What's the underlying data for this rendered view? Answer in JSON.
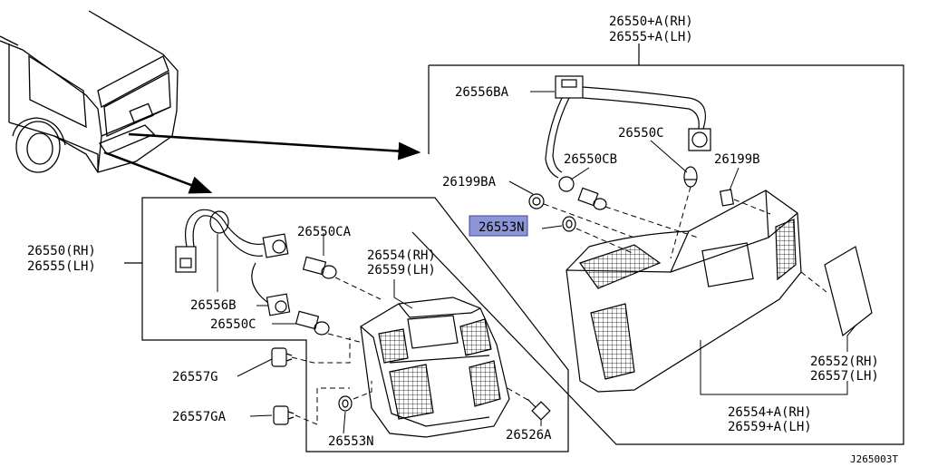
{
  "diagram": {
    "code": "J265003T",
    "highlight_color": "#8c95d6",
    "line_color": "#000000",
    "labels": {
      "rear_assy_rh": "26550+A(RH)",
      "rear_assy_lh": "26555+A(LH)",
      "harness_ba": "26556BA",
      "socket_c": "26550C",
      "socket_cb": "26550CB",
      "clip_ba": "26199BA",
      "clip_b": "26199B",
      "nut_n_upper": "26553N",
      "reflector_rh": "26552(RH)",
      "reflector_lh": "26557(LH)",
      "lens_a_rh": "26554+A(RH)",
      "lens_a_lh": "26559+A(LH)",
      "side_assy_rh": "26550(RH)",
      "side_assy_lh": "26555(LH)",
      "socket_ca": "26550CA",
      "lens_rh": "26554(RH)",
      "lens_lh": "26559(LH)",
      "harness_b": "26556B",
      "socket_c_lower": "26550C",
      "grommet_g": "26557G",
      "grommet_ga": "26557GA",
      "nut_n_lower": "26553N",
      "screw_a": "26526A"
    }
  }
}
